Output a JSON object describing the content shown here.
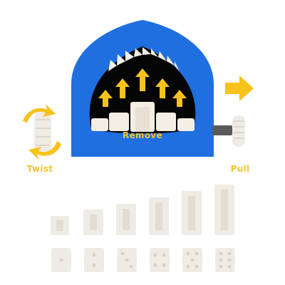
{
  "labels": {
    "remove": "Remove",
    "twist": "Twist",
    "pull": "Pull"
  },
  "colors": {
    "shark_blue": "#1f6fe0",
    "mouth": "#050505",
    "tooth": "#f4efe4",
    "tooth_shadow": "#ddd6c8",
    "arrow_yellow": "#f7c21a",
    "label_yellow": "#f2c230",
    "handle_gray": "#5a5a5a",
    "block_light": "#efece6",
    "block_dark": "#e1ddd4",
    "pip": "#d8d3c8"
  },
  "icons": {
    "twist": "rotate-arrows-icon",
    "pull": "arrow-right-icon",
    "remove": "arrow-up-icon"
  },
  "tooth_sizes_shown": 6,
  "pip_counts": [
    1,
    2,
    3,
    4,
    5,
    6
  ]
}
